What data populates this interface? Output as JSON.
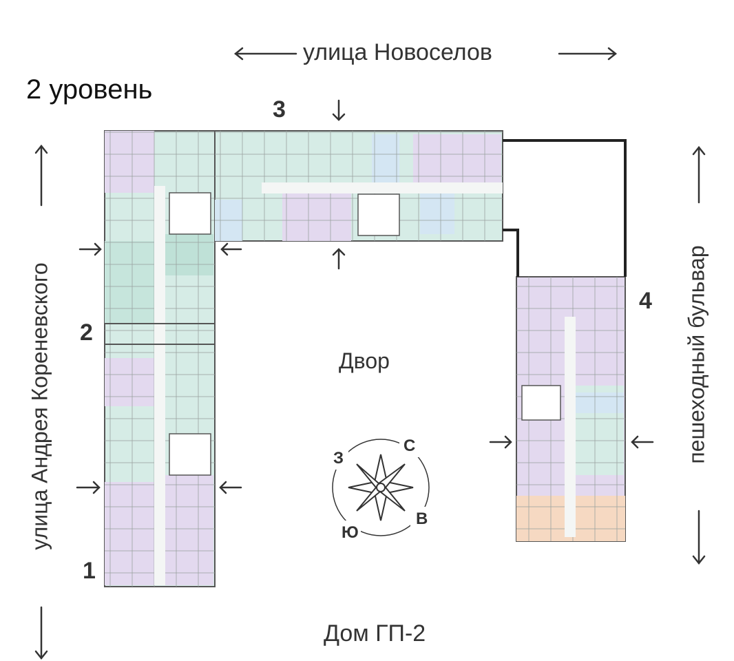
{
  "title": "2 уровень",
  "streets": {
    "top": "улица Новоселов",
    "left": "улица Андрея Кореневского",
    "right": "пешеходный бульвар",
    "bottom": "Дом ГП-2"
  },
  "courtyard": "Двор",
  "sections": [
    "1",
    "2",
    "3",
    "4"
  ],
  "compass": {
    "north": "С",
    "east": "В",
    "south": "Ю",
    "west": "З"
  },
  "colors": {
    "lilac": "#e3d9ef",
    "mint": "#d6ece6",
    "mint_dark": "#bfe1d7",
    "peach": "#f6d9c2",
    "blue": "#d4e6f3",
    "wall": "#333333",
    "text": "#333333"
  }
}
